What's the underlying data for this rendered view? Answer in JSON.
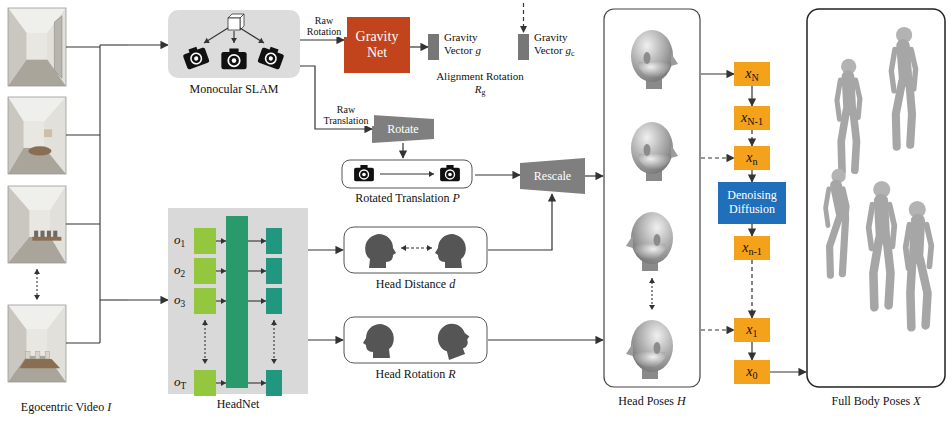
{
  "diagram": {
    "nodes": [
      {
        "text": [
          "Egocentric Video I"
        ]
      },
      {
        "text": [
          "Monocular SLAM"
        ]
      },
      {
        "text": [
          "Gravity Net"
        ]
      },
      {
        "text": [
          "Gravity Vector g"
        ]
      },
      {
        "text": [
          "Gravity Vector gc"
        ]
      },
      {
        "text": [
          "Rotate"
        ]
      },
      {
        "text": [
          "Rotated Translation P"
        ]
      },
      {
        "text": [
          "Rescale"
        ]
      },
      {
        "text": [
          "HeadNet"
        ]
      },
      {
        "text": [
          "o1"
        ],
        "in": 8
      },
      {
        "text": [
          "o2"
        ],
        "in": 8
      },
      {
        "text": [
          "o3"
        ],
        "in": 8
      },
      {
        "text": [
          "oT"
        ],
        "in": 8
      },
      {
        "text": [
          "Head Distance d"
        ]
      },
      {
        "text": [
          "Head Rotation R"
        ]
      },
      {
        "text": [
          "Head Poses H"
        ]
      },
      {
        "text": [
          "xN"
        ]
      },
      {
        "text": [
          "xN-1"
        ]
      },
      {
        "text": [
          "xn"
        ]
      },
      {
        "text": [
          "Denoising Diffusion"
        ]
      },
      {
        "text": [
          "xn-1"
        ]
      },
      {
        "text": [
          "x1"
        ]
      },
      {
        "text": [
          "x0"
        ]
      },
      {
        "text": [
          "Full Body Poses X"
        ]
      }
    ],
    "edges": [
      {
        "from": 0,
        "to": 1,
        "arrow": "to"
      },
      {
        "from": 0,
        "to": 8,
        "arrow": "to"
      },
      {
        "from": 1,
        "to": 2,
        "arrow": "to",
        "label": "Raw Rotation"
      },
      {
        "from": 1,
        "to": 5,
        "arrow": "to",
        "label": "Raw Translation"
      },
      {
        "from": 2,
        "to": 3,
        "arrow": "to"
      },
      {
        "from": 5,
        "to": 6,
        "arrow": "to"
      },
      {
        "from": 6,
        "to": 7,
        "arrow": "to"
      },
      {
        "from": 8,
        "to": 13,
        "arrow": "to"
      },
      {
        "from": 8,
        "to": 14,
        "arrow": "to"
      },
      {
        "from": 13,
        "to": 7,
        "arrow": "to"
      },
      {
        "from": 7,
        "to": 15,
        "arrow": "to"
      },
      {
        "from": 14,
        "to": 15,
        "arrow": "to"
      },
      {
        "from": 15,
        "to": 16,
        "arrow": "to"
      },
      {
        "from": 15,
        "to": 18,
        "arrow": "to"
      },
      {
        "from": 15,
        "to": 21,
        "arrow": "to"
      },
      {
        "from": 16,
        "to": 17,
        "arrow": "to"
      },
      {
        "from": 17,
        "to": 18,
        "arrow": "to"
      },
      {
        "from": 18,
        "to": 19,
        "arrow": "to"
      },
      {
        "from": 19,
        "to": 20,
        "arrow": "to"
      },
      {
        "from": 20,
        "to": 21,
        "arrow": "to"
      },
      {
        "from": 21,
        "to": 22,
        "arrow": "to"
      },
      {
        "from": 22,
        "to": 23,
        "arrow": "to"
      }
    ],
    "labels": [
      "Alignment Rotation Rg"
    ]
  }
}
